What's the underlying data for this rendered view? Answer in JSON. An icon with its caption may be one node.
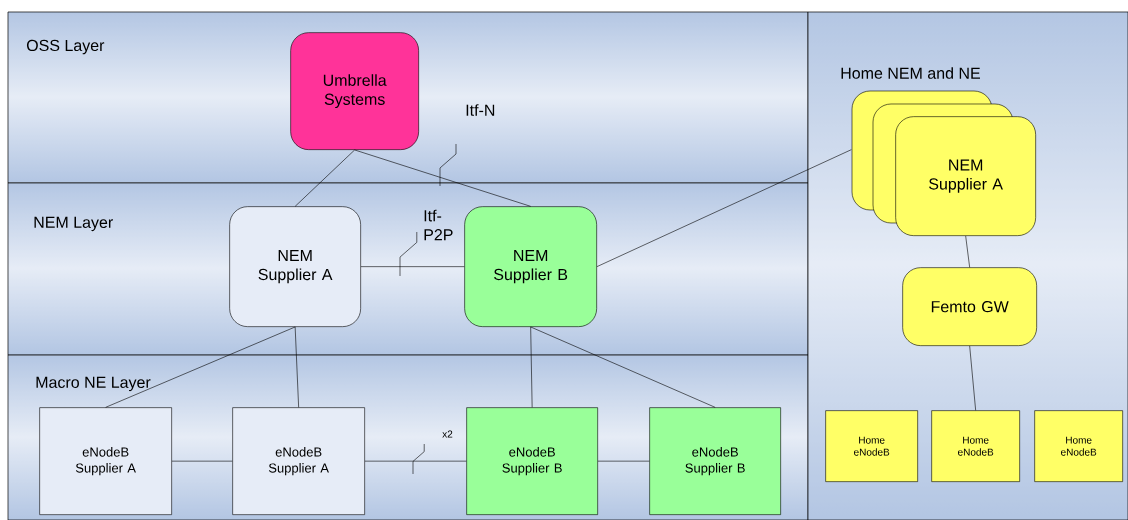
{
  "diagram": {
    "nodes": [
      {
        "text": [
          "OSS Layer"
        ]
      },
      {
        "text": [
          "Umbrella Systems"
        ],
        "in": 0
      },
      {
        "text": [
          "NEM Layer"
        ]
      },
      {
        "text": [
          "NEM Supplier A"
        ],
        "in": 2
      },
      {
        "text": [
          "NEM Supplier B"
        ],
        "in": 2
      },
      {
        "text": [
          "Macro NE Layer"
        ]
      },
      {
        "text": [
          "eNodeB Supplier A"
        ],
        "in": 5
      },
      {
        "text": [
          "eNodeB Supplier A"
        ],
        "in": 5
      },
      {
        "text": [
          "eNodeB Supplier B"
        ],
        "in": 5
      },
      {
        "text": [
          "eNodeB Supplier B"
        ],
        "in": 5
      },
      {
        "text": [
          "Home NEM and NE"
        ]
      },
      {
        "text": [
          "NEM Supplier A"
        ],
        "in": 10
      },
      {
        "text": [
          "Femto GW"
        ],
        "in": 10
      },
      {
        "text": [
          "Home eNodeB"
        ],
        "in": 10
      },
      {
        "text": [
          "Home eNodeB"
        ],
        "in": 10
      },
      {
        "text": [
          "Home eNodeB"
        ],
        "in": 10
      }
    ],
    "edges": [
      {
        "from": 1,
        "to": 3,
        "arrow": "none"
      },
      {
        "from": 1,
        "to": 4,
        "arrow": "none",
        "label": "Itf-N"
      },
      {
        "from": 3,
        "to": 4,
        "arrow": "none",
        "label": "Itf-P2P"
      },
      {
        "from": 4,
        "to": 11,
        "arrow": "none"
      },
      {
        "from": 3,
        "to": 6,
        "arrow": "none"
      },
      {
        "from": 3,
        "to": 7,
        "arrow": "none"
      },
      {
        "from": 4,
        "to": 8,
        "arrow": "none"
      },
      {
        "from": 4,
        "to": 9,
        "arrow": "none"
      },
      {
        "from": 6,
        "to": 7,
        "arrow": "none"
      },
      {
        "from": 7,
        "to": 8,
        "arrow": "none",
        "label": "x2"
      },
      {
        "from": 8,
        "to": 9,
        "arrow": "none"
      },
      {
        "from": 11,
        "to": 12,
        "arrow": "none"
      },
      {
        "from": 12,
        "to": 14,
        "arrow": "none"
      }
    ]
  }
}
